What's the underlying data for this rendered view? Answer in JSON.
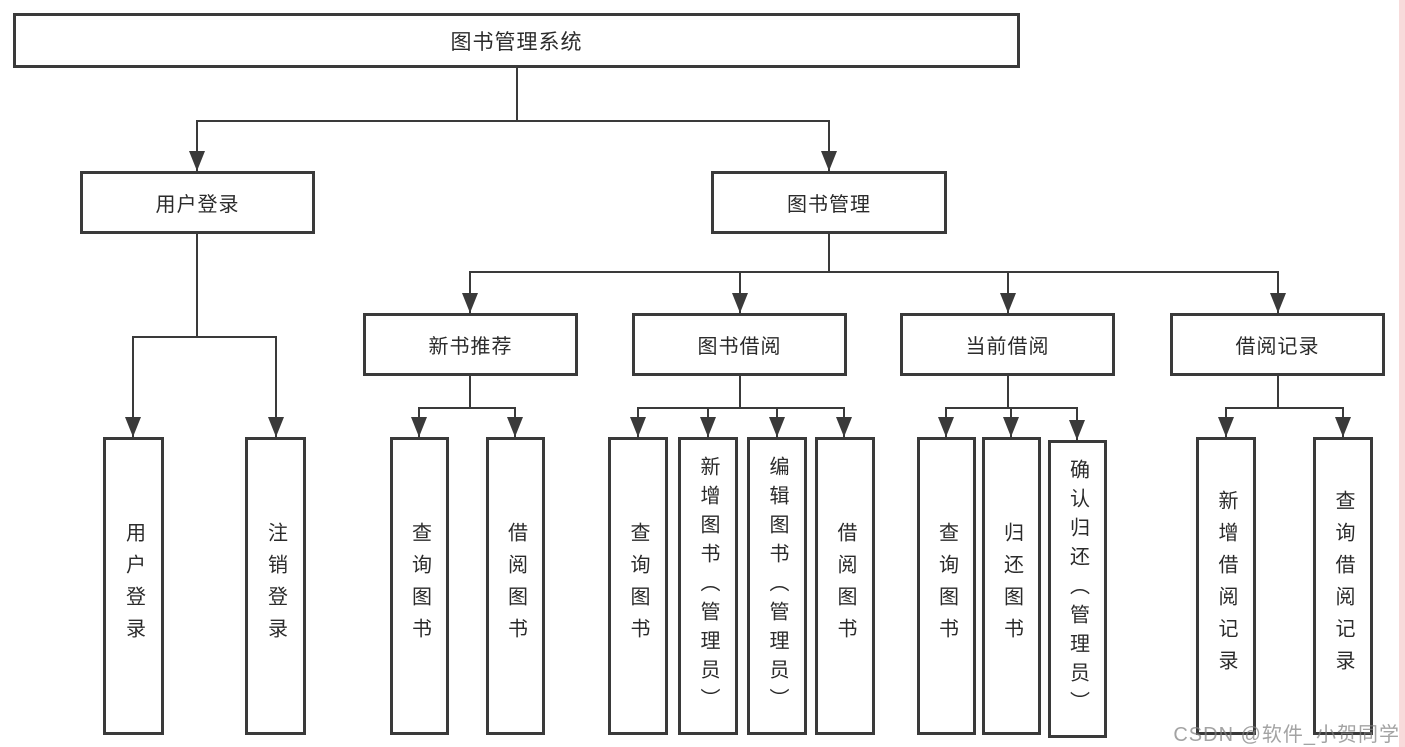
{
  "diagram": {
    "root": {
      "label": "图书管理系统"
    },
    "branches": [
      {
        "label": "用户登录",
        "children": [
          {
            "label": "用户登录"
          },
          {
            "label": "注销登录"
          }
        ]
      },
      {
        "label": "图书管理",
        "children": [
          {
            "label": "新书推荐",
            "children": [
              {
                "label": "查询图书"
              },
              {
                "label": "借阅图书"
              }
            ]
          },
          {
            "label": "图书借阅",
            "children": [
              {
                "label": "查询图书"
              },
              {
                "label": "新增图书（管理员）"
              },
              {
                "label": "编辑图书（管理员）"
              },
              {
                "label": "借阅图书"
              }
            ]
          },
          {
            "label": "当前借阅",
            "children": [
              {
                "label": "查询图书"
              },
              {
                "label": "归还图书"
              },
              {
                "label": "确认归还（管理员）"
              }
            ]
          },
          {
            "label": "借阅记录",
            "children": [
              {
                "label": "新增借阅记录"
              },
              {
                "label": "查询借阅记录"
              }
            ]
          }
        ]
      }
    ]
  },
  "watermark": {
    "text": "CSDN @软件_小贺同学"
  },
  "colors": {
    "line": "#3a3a3a",
    "text": "#2b2b2b",
    "background": "#ffffff",
    "watermark": "#808080",
    "edge_strip": "#eea4a4"
  }
}
